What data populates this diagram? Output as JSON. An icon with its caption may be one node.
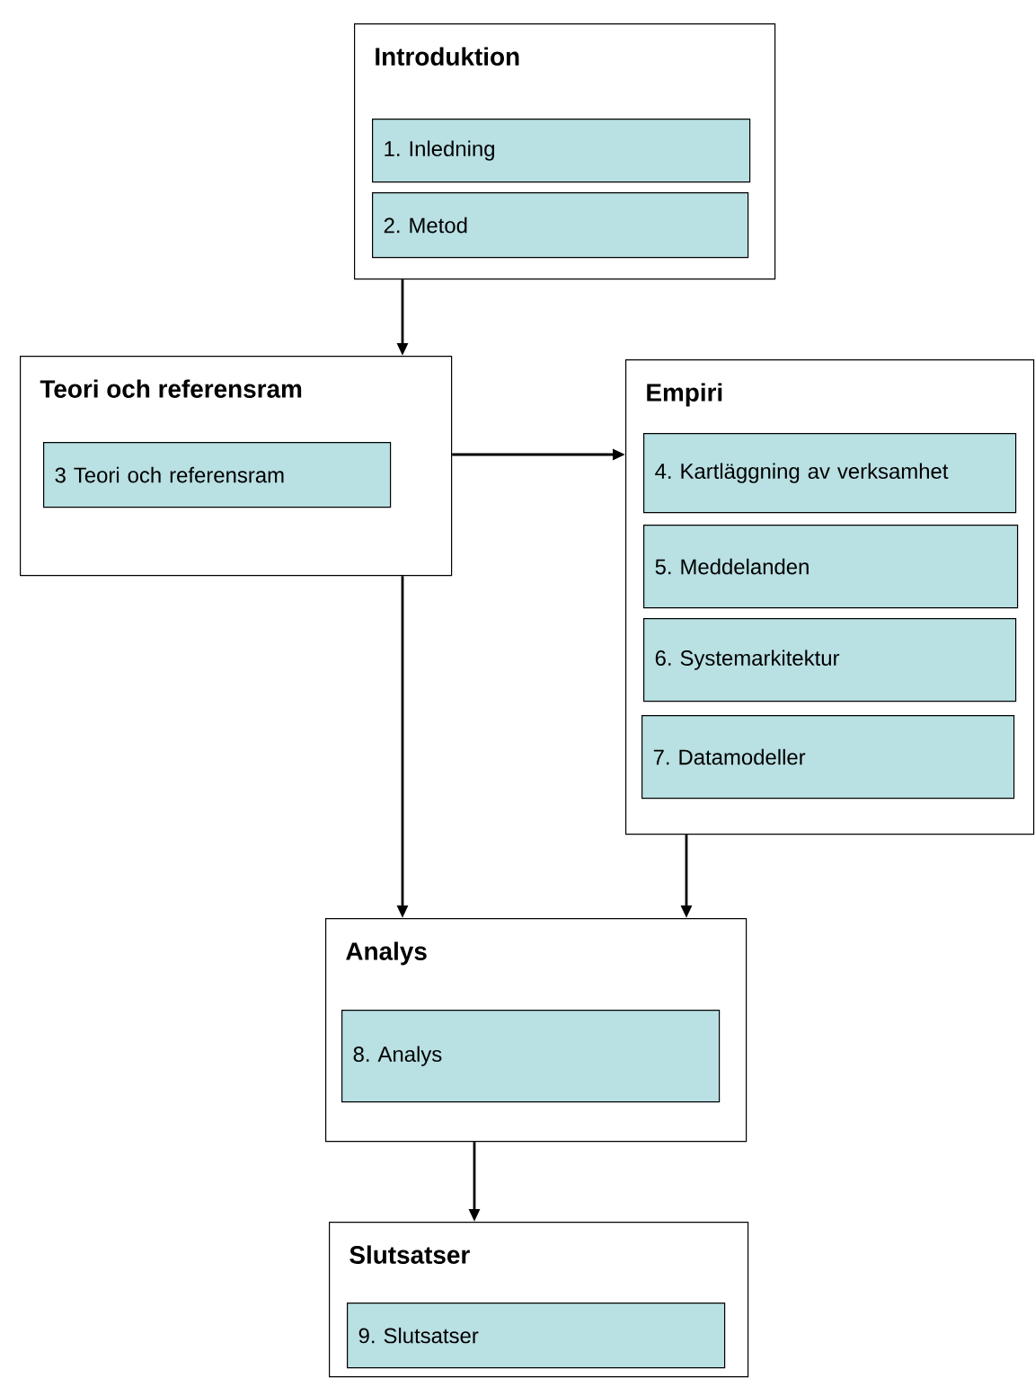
{
  "diagram": {
    "nodes": [
      {
        "text": [
          "Introduktion"
        ]
      },
      {
        "text": [
          "1. Inledning"
        ],
        "in": 0
      },
      {
        "text": [
          "2. Metod"
        ],
        "in": 0
      },
      {
        "text": [
          "Teori och referensram"
        ]
      },
      {
        "text": [
          "3 Teori och referensram"
        ],
        "in": 3
      },
      {
        "text": [
          "Empiri"
        ]
      },
      {
        "text": [
          "4. Kartläggning av verksamhet"
        ],
        "in": 5
      },
      {
        "text": [
          "5. Meddelanden"
        ],
        "in": 5
      },
      {
        "text": [
          "6. Systemarkitektur"
        ],
        "in": 5
      },
      {
        "text": [
          "7. Datamodeller"
        ],
        "in": 5
      },
      {
        "text": [
          "Analys"
        ]
      },
      {
        "text": [
          "8. Analys"
        ],
        "in": 10
      },
      {
        "text": [
          "Slutsatser"
        ]
      },
      {
        "text": [
          "9. Slutsatser"
        ],
        "in": 12
      }
    ],
    "edges": [
      {
        "from": 0,
        "to": 3,
        "arrow": "to"
      },
      {
        "from": 3,
        "to": 5,
        "arrow": "to"
      },
      {
        "from": 3,
        "to": 10,
        "arrow": "to"
      },
      {
        "from": 5,
        "to": 10,
        "arrow": "to"
      },
      {
        "from": 10,
        "to": 12,
        "arrow": "to"
      }
    ]
  }
}
